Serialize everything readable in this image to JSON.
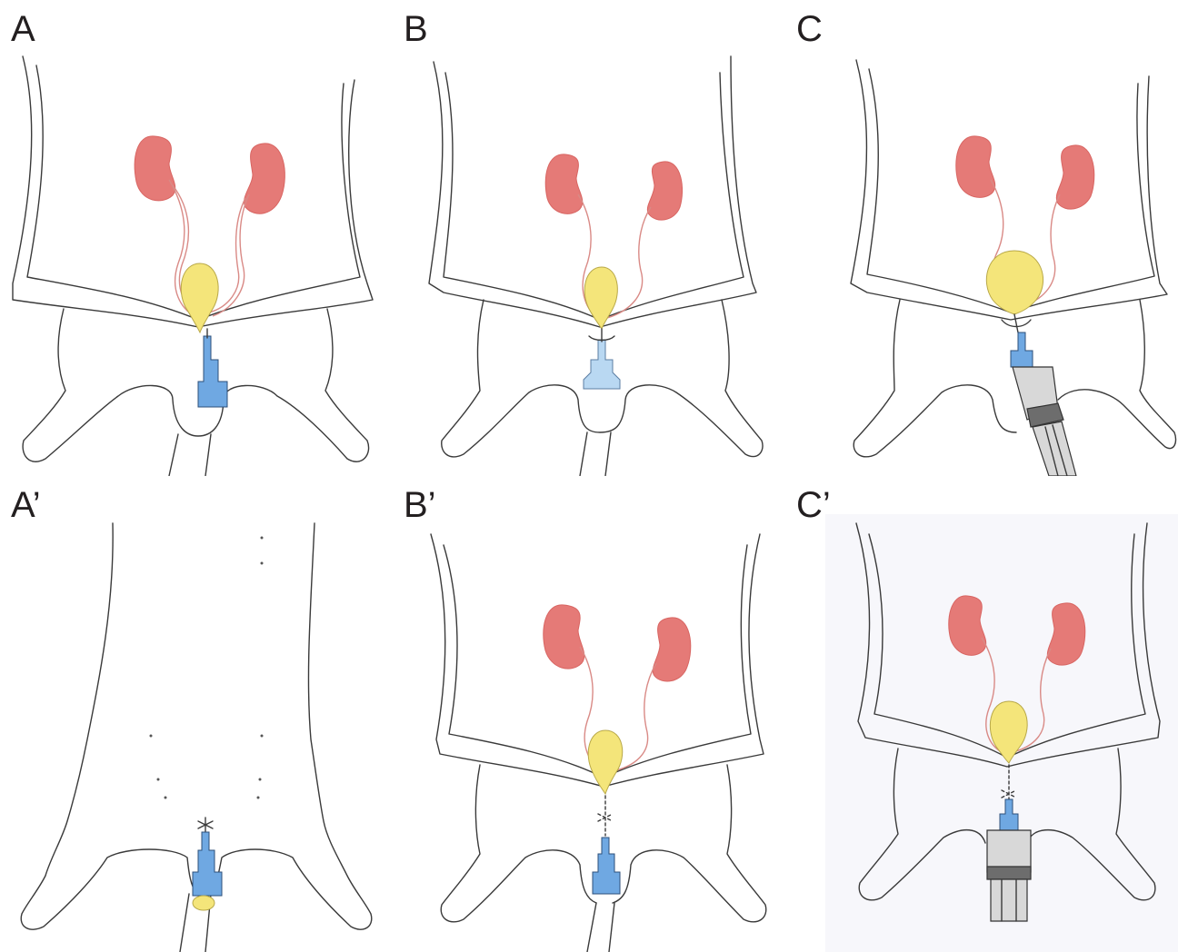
{
  "panels": [
    {
      "id": "A",
      "label": "A"
    },
    {
      "id": "B",
      "label": "B"
    },
    {
      "id": "C",
      "label": "C"
    },
    {
      "id": "A-prime",
      "label": "A’"
    },
    {
      "id": "B-prime",
      "label": "B’"
    },
    {
      "id": "C-prime",
      "label": "C’"
    }
  ],
  "colors": {
    "kidney": "#e57a77",
    "ureter": "#d98a86",
    "bladder": "#f4e57a",
    "port": "#6fa8e2",
    "port_light": "#b9d8f2",
    "syringe_barrel": "#d8d8d8",
    "syringe_plunger": "#6d6d6d",
    "outline": "#3a3a3a"
  },
  "icons": [
    "kidney-icon",
    "bladder-icon",
    "ureter-icon",
    "port-icon",
    "syringe-icon",
    "catheter-icon"
  ]
}
